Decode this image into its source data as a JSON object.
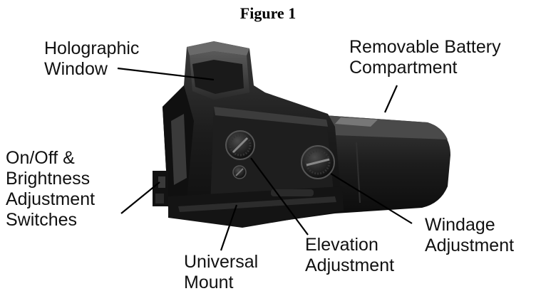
{
  "figure_title": "Figure 1",
  "labels": {
    "holographic_window": [
      "Holographic",
      "Window"
    ],
    "battery": [
      "Removable Battery",
      "Compartment"
    ],
    "switches": [
      "On/Off &",
      "Brightness",
      "Adjustment",
      "Switches"
    ],
    "mount": [
      "Universal",
      "Mount"
    ],
    "elevation": [
      "Elevation",
      "Adjustment"
    ],
    "windage": [
      "Windage",
      "Adjustment"
    ]
  }
}
